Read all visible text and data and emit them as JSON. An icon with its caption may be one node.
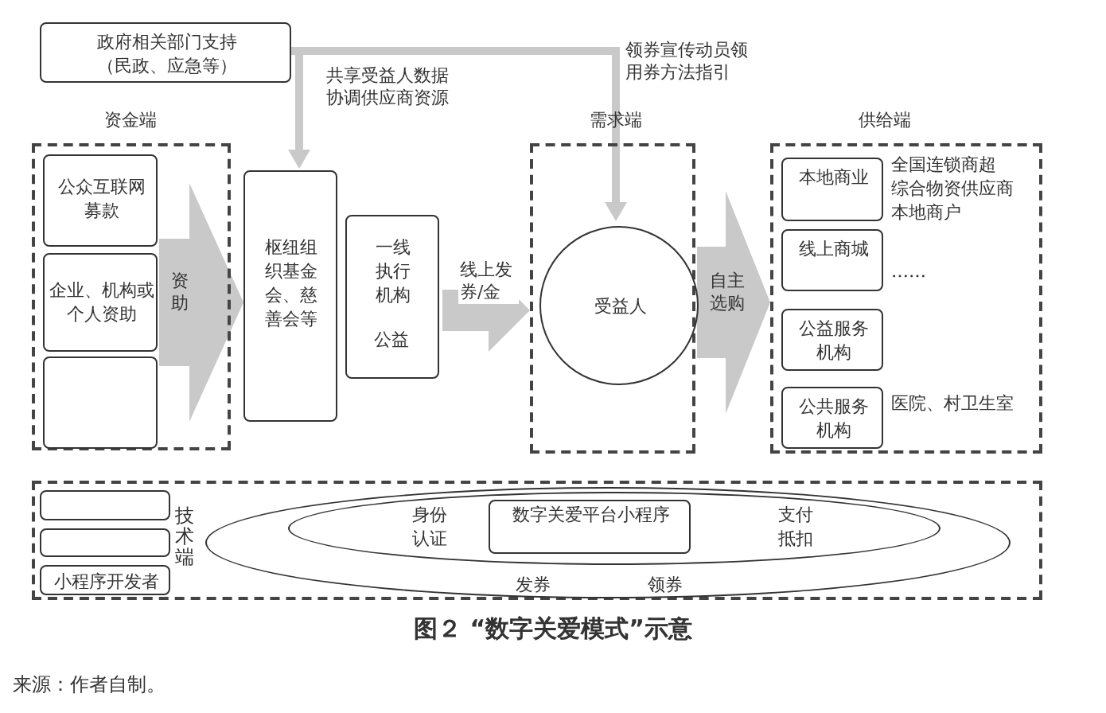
{
  "diagram": {
    "caption": "图２ “数字关爱模式”示意",
    "nodes": [
      {
        "text": [
          "政府相关部门支持（民政、应急等）"
        ]
      },
      {
        "text": [
          "资金端"
        ]
      },
      {
        "text": [
          "公众互联网募款"
        ],
        "in": 1
      },
      {
        "text": [
          "企业、机构或个人资助"
        ],
        "in": 1
      },
      {
        "text": [],
        "shape": "box",
        "in": 1
      },
      {
        "text": [
          "枢纽组织基金会、慈善会等"
        ]
      },
      {
        "text": [
          "一线执行机构",
          "公益"
        ]
      },
      {
        "text": [
          "需求端"
        ]
      },
      {
        "text": [
          "受益人"
        ],
        "in": 7
      },
      {
        "text": [
          "供给端"
        ]
      },
      {
        "text": [
          "本地商业"
        ],
        "in": 9,
        "beside": [
          "全国连锁商超",
          "综合物资供应商",
          "本地商户"
        ]
      },
      {
        "text": [
          "线上商城"
        ],
        "in": 9,
        "beside": [
          "……"
        ]
      },
      {
        "text": [
          "公益服务机构"
        ],
        "in": 9
      },
      {
        "text": [
          "公共服务机构"
        ],
        "in": 9,
        "beside": [
          "医院、村卫生室"
        ]
      },
      {
        "text": [
          "技术端"
        ]
      },
      {
        "text": [],
        "shape": "box",
        "in": 14
      },
      {
        "text": [],
        "shape": "box",
        "in": 14
      },
      {
        "text": [
          "小程序开发者"
        ],
        "in": 14
      },
      {
        "text": [
          "发券",
          "领券"
        ],
        "in": 14
      },
      {
        "text": [
          "身份认证",
          "支付抵扣"
        ],
        "in": 18
      },
      {
        "text": [
          "数字关爱平台小程序"
        ],
        "in": 19
      }
    ],
    "edges": [
      {
        "from": 0,
        "to": 5,
        "arrow": "to",
        "label": "共享受益人数据协调供应商资源"
      },
      {
        "from": 0,
        "to": 8,
        "arrow": "to",
        "label": "领券宣传动员领用券方法指引"
      },
      {
        "from": 1,
        "to": 5,
        "arrow": "to",
        "label": "资助",
        "style": "thick"
      },
      {
        "from": 6,
        "to": 7,
        "arrow": "to",
        "label": "线上发券/金",
        "style": "thick"
      },
      {
        "from": 7,
        "to": 9,
        "arrow": "to",
        "label": "自主选购",
        "style": "thick"
      }
    ],
    "labels": [
      "来源：作者自制。"
    ]
  }
}
